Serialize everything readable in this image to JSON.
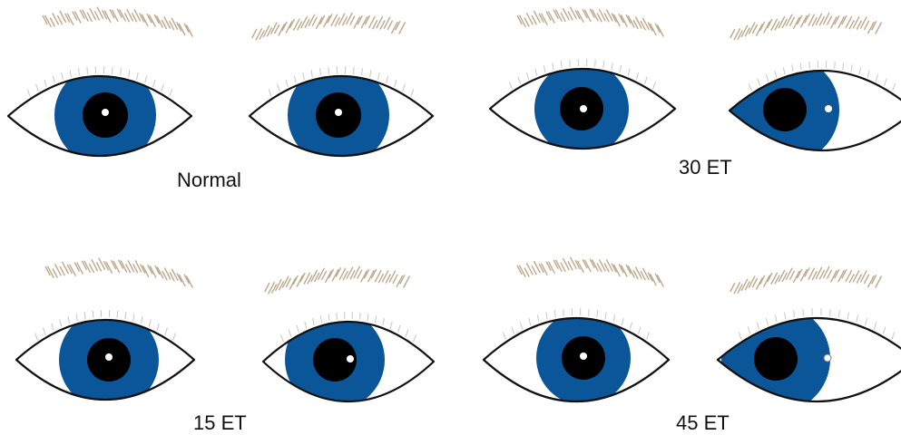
{
  "colors": {
    "iris": "#0a5699",
    "pupil": "#000000",
    "sclera": "#ffffff",
    "outline": "#111111",
    "brow": "#b89f80",
    "lash": "#b9b9b9"
  },
  "panels": [
    {
      "caption": "Normal",
      "deviation_prism_diopters": 0
    },
    {
      "caption": "30 ET",
      "deviation_prism_diopters": 30
    },
    {
      "caption": "15 ET",
      "deviation_prism_diopters": 15
    },
    {
      "caption": "45 ET",
      "deviation_prism_diopters": 45
    }
  ]
}
